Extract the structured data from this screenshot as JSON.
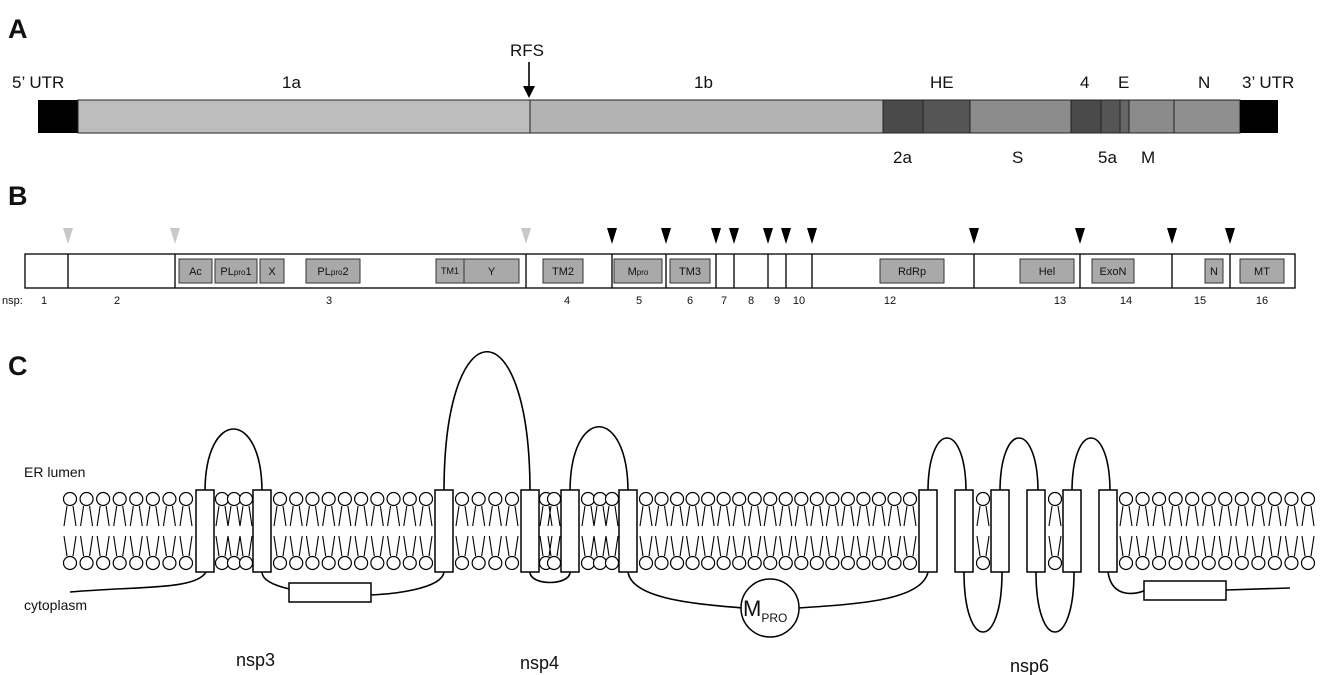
{
  "panels": {
    "a": "A",
    "b": "B",
    "c": "C"
  },
  "genome": {
    "utr5": "5’ UTR",
    "utr3": "3’ UTR",
    "rfs": "RFS",
    "top_labels": [
      "1a",
      "1b",
      "HE",
      "4",
      "E",
      "N"
    ],
    "bottom_labels": [
      "2a",
      "S",
      "5a",
      "M"
    ]
  },
  "nsp": {
    "prefix": "nsp:",
    "numbers": [
      "1",
      "2",
      "3",
      "4",
      "5",
      "6",
      "7",
      "8",
      "9",
      "10",
      "12",
      "13",
      "14",
      "15",
      "16"
    ],
    "domains": [
      {
        "label": "Ac"
      },
      {
        "label": "PL",
        "sub": "pro",
        "after": "1"
      },
      {
        "label": "X"
      },
      {
        "label": "PL",
        "sub": "pro",
        "after": "2"
      },
      {
        "label": "TM1"
      },
      {
        "label": "Y"
      },
      {
        "label": "TM2"
      },
      {
        "label": "M",
        "sub": "pro",
        "after": ""
      },
      {
        "label": "TM3"
      },
      {
        "label": "RdRp"
      },
      {
        "label": "Hel"
      },
      {
        "label": "ExoN"
      },
      {
        "label": "N"
      },
      {
        "label": "MT"
      }
    ]
  },
  "membrane": {
    "er_lumen": "ER lumen",
    "cytoplasm": "cytoplasm",
    "mpro_main": "M",
    "mpro_sub": "PRO",
    "proteins": [
      "nsp3",
      "nsp4",
      "nsp6"
    ]
  },
  "colors": {
    "utr": "#000000",
    "orf1a": "#bdbdbd",
    "orf1b": "#b0b0b0",
    "dark": "#4a4a4a",
    "spike": "#8a8a8a",
    "domain_box": "#a9a9a9",
    "grey_arrow": "#c8c8c8"
  }
}
